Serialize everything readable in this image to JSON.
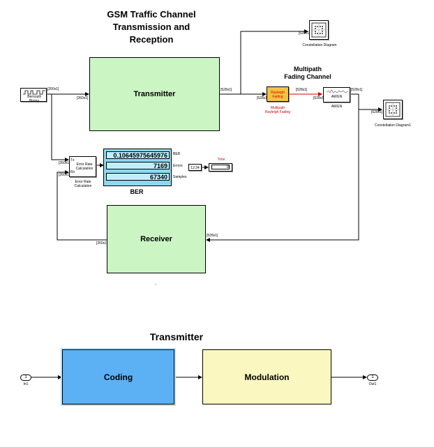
{
  "diagram_title": [
    "GSM Traffic Channel",
    "Transmission and",
    "Reception"
  ],
  "multipath_title": [
    "Multipath",
    "Fading Channel"
  ],
  "transmitter_block": "Transmitter",
  "receiver_block": "Receiver",
  "bernoulli": {
    "label": [
      "Bernoulli",
      "Binary"
    ]
  },
  "rayleigh": {
    "inner": [
      "Rayleigh",
      "Fading"
    ],
    "caption": [
      "Multipath",
      "Rayleigh Fading"
    ]
  },
  "awgn": {
    "inner": "AWGN",
    "caption": "AWGN"
  },
  "constellation_1": {
    "caption": "Constellation Diagram"
  },
  "constellation_2": {
    "caption": "Constellation Diagram1"
  },
  "error_rate": {
    "inner": [
      "Error Rate",
      "Calculation"
    ],
    "caption": [
      "Error Rate",
      "Calculation"
    ],
    "port_tx": "Tx",
    "port_rx": "Rx"
  },
  "ber_display": {
    "values": [
      "0.10645975645976",
      "7169",
      "67340"
    ],
    "row_labels": [
      "BER",
      "Errors",
      "Samples"
    ],
    "caption": "BER"
  },
  "time_scope": {
    "title": "Time",
    "digital_clock": "12:34",
    "value": "0"
  },
  "signal_labels": {
    "bernoulli_out": "[260x1]",
    "tx_in": "[260x1]",
    "tx_out": "[528x1]",
    "const1_in": "[528x1]",
    "rayleigh_in": "[528x1]",
    "rayleigh_out": "[528x1]",
    "awgn_in": "[528x1]",
    "awgn_out": "[528x1]",
    "const2_in": "[528x1]",
    "rx_in": "[528x1]",
    "rx_out": "[260x1]",
    "err_tx": "[260x1]",
    "err_rx": "[260x1]"
  },
  "dot": ".",
  "subsystem": {
    "title": "Transmitter",
    "coding": "Coding",
    "modulation": "Modulation",
    "in_port": {
      "number": "1",
      "label": "In1"
    },
    "out_port": {
      "number": "1",
      "label": "Out1"
    }
  },
  "colors": {
    "green_block": "#ccf5c4",
    "rayleigh_fill": "#f5c242",
    "rayleigh_text": "#d00000",
    "display_fill": "#bfefff",
    "coding_fill": "#5cb1f5",
    "modulation_fill": "#fbf7c0"
  }
}
